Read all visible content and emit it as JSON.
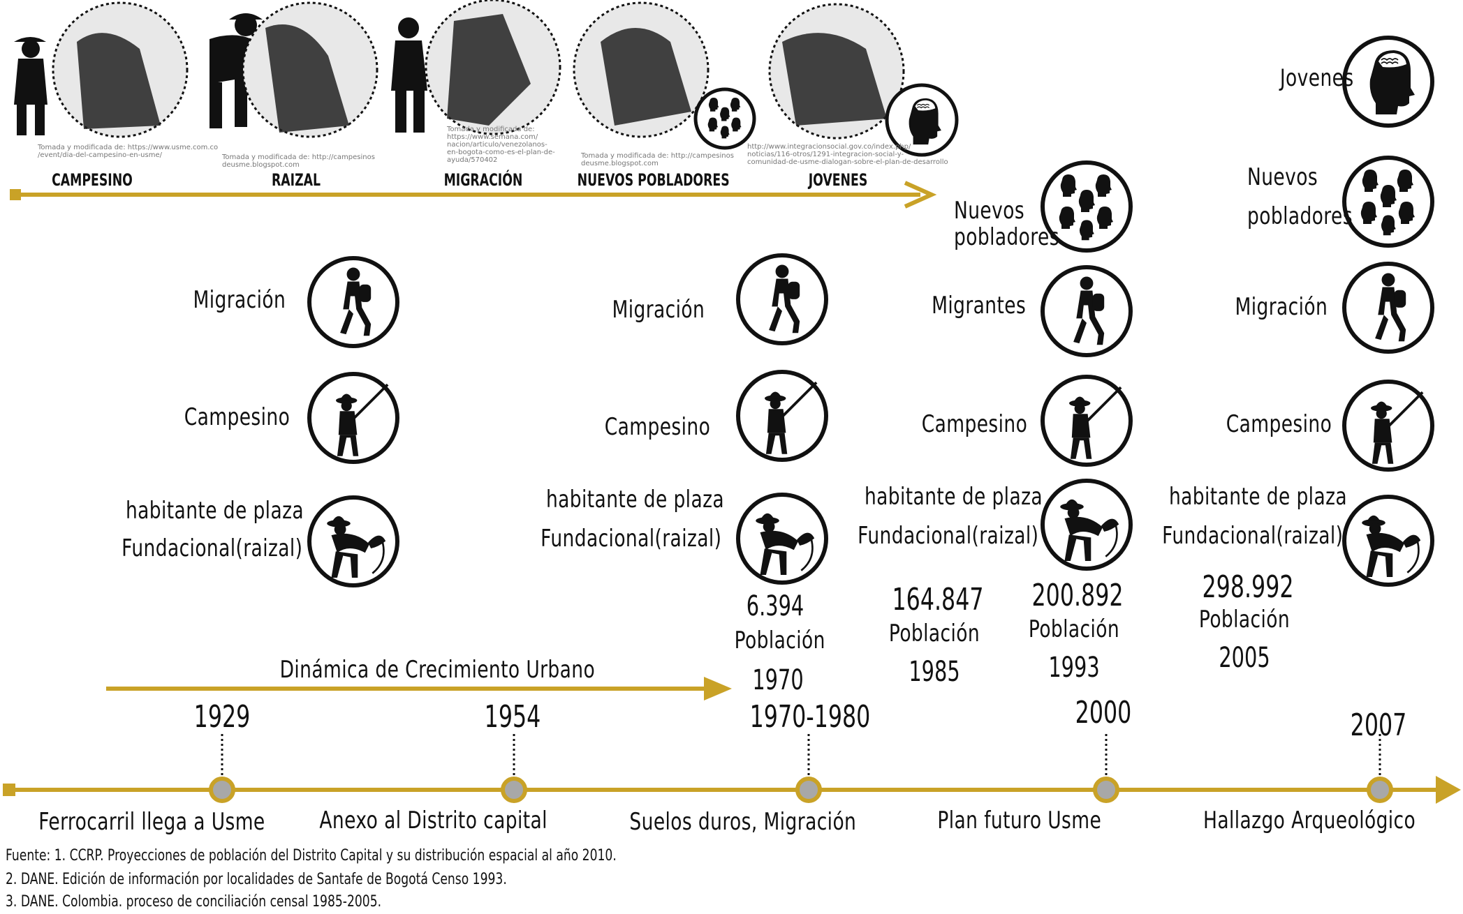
{
  "top_strip": {
    "photos": [
      {
        "label": "CAMPESINO",
        "credit": "Tomada y modificada de: https://www.usme.com.co\n/event/dia-del-campesino-en-usme/"
      },
      {
        "label": "RAIZAL",
        "credit": "Tomada y modificada de: http://campesinos\ndeusme.blogspot.com"
      },
      {
        "label": "MIGRACIÓN",
        "credit": "Tomada y modificada de:\nhttps://www.semana.com/\nnacion/articulo/venezolanos-\nen-bogota-como-es-el-plan-de-\nayuda/570402"
      },
      {
        "label": "NUEVOS POBLADORES",
        "credit": "Tomada y modificada de: http://campesinos\ndeusme.blogspot.com"
      },
      {
        "label": "JOVENES",
        "credit": "http://www.integracionsocial.gov.co/index.php/\nnoticias/116-otros/1291-integracion-social-y-\ncomunidad-de-usme-dialogan-sobre-el-plan-de-desarrollo"
      }
    ]
  },
  "columns": [
    {
      "items": [
        {
          "label": "Migración",
          "icon": "hiker-icon"
        },
        {
          "label": "Campesino",
          "icon": "farmer-hoe-icon"
        },
        {
          "label_lines": [
            "habitante de plaza",
            "Fundacional(raizal)"
          ],
          "icon": "raizal-bending-icon"
        }
      ]
    },
    {
      "items": [
        {
          "label": "Migración",
          "icon": "hiker-icon"
        },
        {
          "label": "Campesino",
          "icon": "farmer-hoe-icon"
        },
        {
          "label_lines": [
            "habitante de plaza",
            "Fundacional(raizal)"
          ],
          "icon": "raizal-bending-icon"
        }
      ],
      "stats": {
        "value": "6.394",
        "label": "Población",
        "year": "1970"
      }
    },
    {
      "items": [
        {
          "label_lines": [
            "Nuevos",
            "pobladores"
          ],
          "icon": "group-heads-icon"
        },
        {
          "label": "Migrantes",
          "icon": "hiker-icon"
        },
        {
          "label": "Campesino",
          "icon": "farmer-hoe-icon"
        },
        {
          "label_lines": [
            "habitante de plaza",
            "Fundacional(raizal)"
          ],
          "icon": "raizal-bending-icon"
        }
      ],
      "stats": [
        {
          "value": "164.847",
          "label": "Población",
          "year": "1985"
        },
        {
          "value": "200.892",
          "label": "Población",
          "year": "1993"
        }
      ]
    },
    {
      "items": [
        {
          "label": "Jovenes",
          "icon": "head-profile-icon"
        },
        {
          "label_lines": [
            "Nuevos",
            "pobladores"
          ],
          "icon": "group-heads-icon"
        },
        {
          "label": "Migración",
          "icon": "hiker-icon"
        },
        {
          "label": "Campesino",
          "icon": "farmer-hoe-icon"
        },
        {
          "label_lines": [
            "habitante de plaza",
            "Fundacional(raizal)"
          ],
          "icon": "raizal-bending-icon"
        }
      ],
      "stats": {
        "value": "298.992",
        "label": "Población",
        "year": "2005"
      }
    }
  ],
  "urban_growth": {
    "label": "Dinámica de Crecimiento Urbano"
  },
  "timeline": {
    "events": [
      {
        "year": "1929",
        "event": "Ferrocarril llega a Usme"
      },
      {
        "year": "1954",
        "event": "Anexo al Distrito capital"
      },
      {
        "year": "1970-1980",
        "event": "Suelos duros, Migración"
      },
      {
        "year": "2000",
        "event": "Plan futuro Usme"
      },
      {
        "year": "2007",
        "event": "Hallazgo Arqueológico"
      }
    ]
  },
  "sources": [
    "Fuente: 1.  CCRP. Proyecciones de población del Distrito Capital y su distribución espacial al año 2010.",
    "2. DANE. Edición de información por localidades de Santafe de Bogotá Censo 1993.",
    "3. DANE. Colombia. proceso de conciliación censal 1985-2005."
  ],
  "colors": {
    "accent": "#c9a227",
    "node": "#a8a8a8",
    "ink": "#111111"
  }
}
